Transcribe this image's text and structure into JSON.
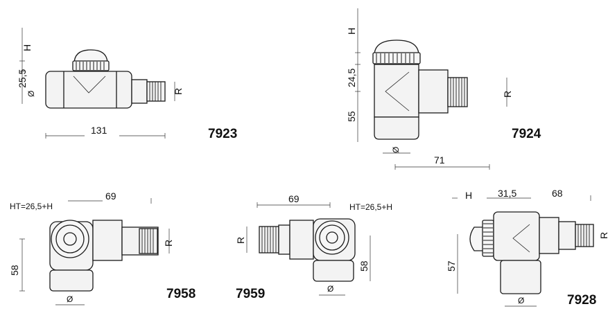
{
  "figures": [
    {
      "code": "7923",
      "dims": {
        "h": "H",
        "height_a": "25,5",
        "diameter": "Ø",
        "thread": "R",
        "length": "131"
      }
    },
    {
      "code": "7924",
      "dims": {
        "h": "H",
        "height_a": "24,5",
        "height_b": "55",
        "diameter": "Ø",
        "thread": "R",
        "length": "71"
      }
    },
    {
      "code": "7958",
      "dims": {
        "length": "69",
        "h_total": "HT=26,5+H",
        "thread": "R",
        "height": "58",
        "diameter": "Ø"
      }
    },
    {
      "code": "7959",
      "dims": {
        "length": "69",
        "h_total": "HT=26,5+H",
        "thread": "R",
        "height": "58",
        "diameter": "Ø"
      }
    },
    {
      "code": "7928",
      "dims": {
        "h": "H",
        "offset": "31,5",
        "length": "68",
        "thread": "R",
        "height": "57",
        "diameter": "Ø"
      }
    }
  ]
}
